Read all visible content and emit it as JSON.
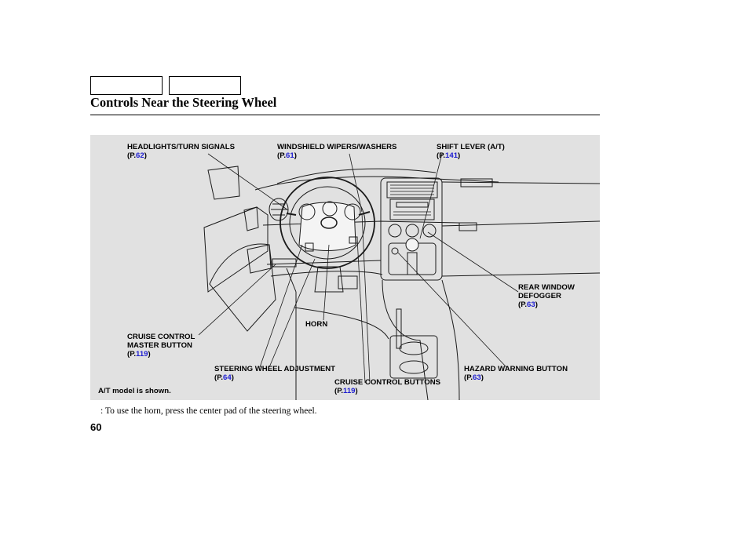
{
  "header": {
    "title": "Controls Near the Steering Wheel"
  },
  "figure": {
    "note": "A/T model is shown.",
    "callouts": {
      "headlights": {
        "text": "HEADLIGHTS/TURN SIGNALS",
        "page_prefix": "(P.",
        "page": "62",
        "page_suffix": ")"
      },
      "wipers": {
        "text": "WINDSHIELD WIPERS/WASHERS",
        "page_prefix": "(P.",
        "page": "61",
        "page_suffix": ")"
      },
      "shift": {
        "text": "SHIFT LEVER (A/T)",
        "page_prefix": "(P.",
        "page": "141",
        "page_suffix": ")"
      },
      "defogger": {
        "line1": "REAR WINDOW",
        "line2": "DEFOGGER",
        "page_prefix": "(P.",
        "page": "63",
        "page_suffix": ")"
      },
      "cruise_master": {
        "line1": "CRUISE CONTROL",
        "line2": "MASTER BUTTON",
        "page_prefix": "(P.",
        "page": "119",
        "page_suffix": ")"
      },
      "horn": {
        "text": "HORN"
      },
      "steering_adjust": {
        "text": "STEERING WHEEL ADJUSTMENT",
        "page_prefix": "(P.",
        "page": "64",
        "page_suffix": ")"
      },
      "hazard": {
        "text": "HAZARD WARNING BUTTON",
        "page_prefix": "(P.",
        "page": "63",
        "page_suffix": ")"
      },
      "cruise_buttons": {
        "text": "CRUISE CONTROL BUTTONS",
        "page_prefix": "(P.",
        "page": "119",
        "page_suffix": ")"
      }
    }
  },
  "footnote": ":  To use the horn, press the center pad of the steering wheel.",
  "page_number": "60",
  "colors": {
    "figure_bg": "#e1e1e1",
    "link": "#1d1dd0"
  }
}
